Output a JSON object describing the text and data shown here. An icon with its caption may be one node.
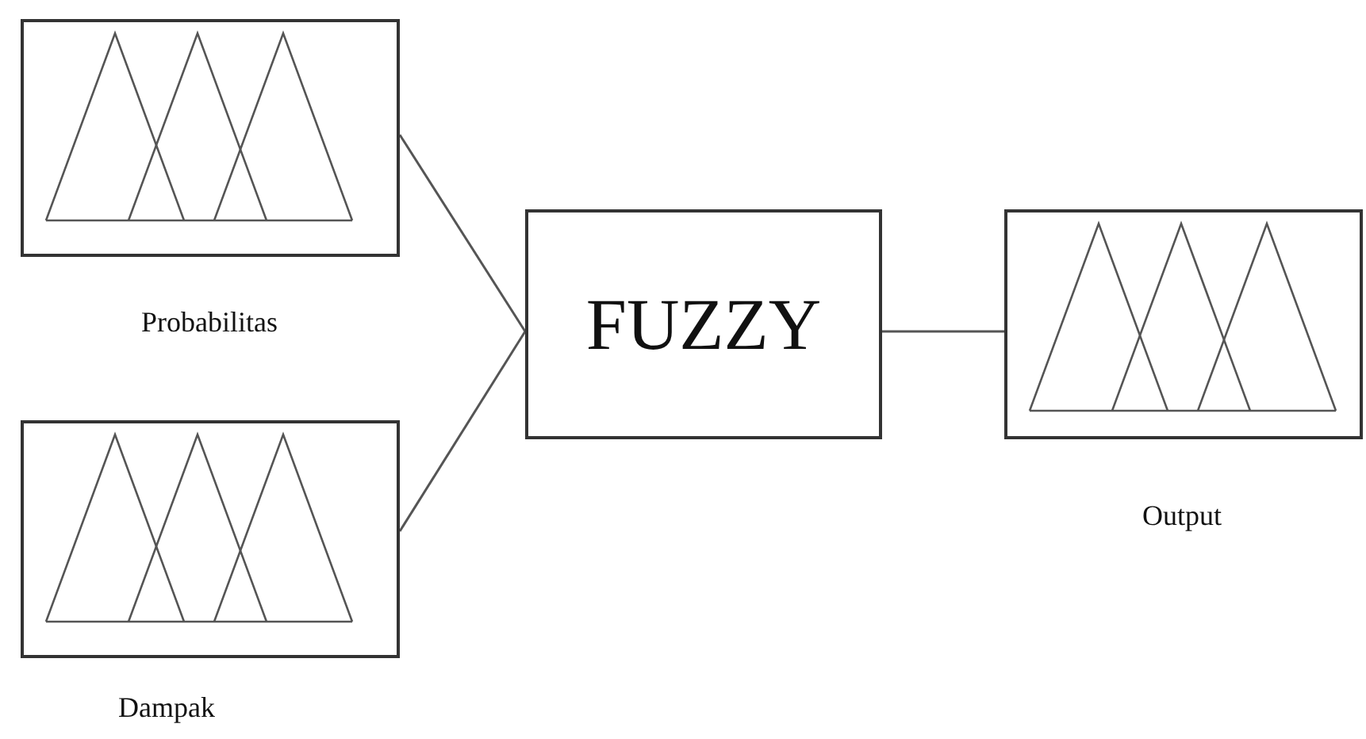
{
  "diagram": {
    "nodes": [
      {
        "text": [],
        "shape": "box",
        "beside": [
          "Probabilitas"
        ]
      },
      {
        "text": [],
        "shape": "box",
        "beside": [
          "Dampak"
        ]
      },
      {
        "text": [
          "FUZZY"
        ]
      },
      {
        "text": [],
        "shape": "box",
        "beside": [
          "Output"
        ]
      }
    ],
    "edges": [
      {
        "from": 0,
        "to": 2,
        "arrow": "none"
      },
      {
        "from": 1,
        "to": 2,
        "arrow": "none"
      },
      {
        "from": 2,
        "to": 3,
        "arrow": "none"
      }
    ]
  }
}
